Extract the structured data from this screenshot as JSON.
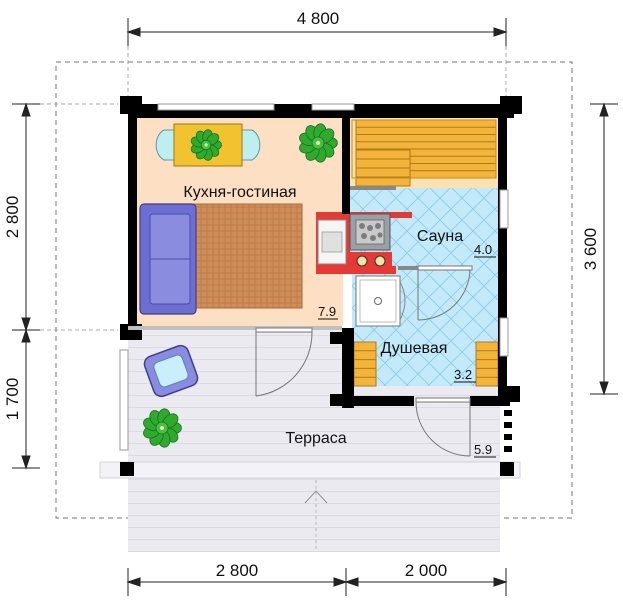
{
  "dimensions": {
    "top_total": "4 800",
    "bottom_left": "2 800",
    "bottom_right": "2 000",
    "left_upper": "2 800",
    "left_lower": "1 700",
    "right_total": "3 600"
  },
  "rooms": {
    "kitchen_living": {
      "name": "Кухня-гостиная",
      "area": "7.9"
    },
    "sauna": {
      "name": "Сауна",
      "area": "4.0"
    },
    "shower": {
      "name": "Душевая",
      "area": "3.2"
    },
    "terrace": {
      "name": "Терраса",
      "area": "5.9"
    }
  },
  "colors": {
    "wall": "#000000",
    "kitchen_floor": "#fde0c4",
    "rug": "#cc8a55",
    "sofa": "#6a6cd0",
    "table": "#f2c230",
    "sauna_bench": "#f2b43a",
    "tile": "#bfe8f8",
    "terrace": "#e9e9ef",
    "stove_zone": "#e53935",
    "plant": "#2eaa2e"
  }
}
